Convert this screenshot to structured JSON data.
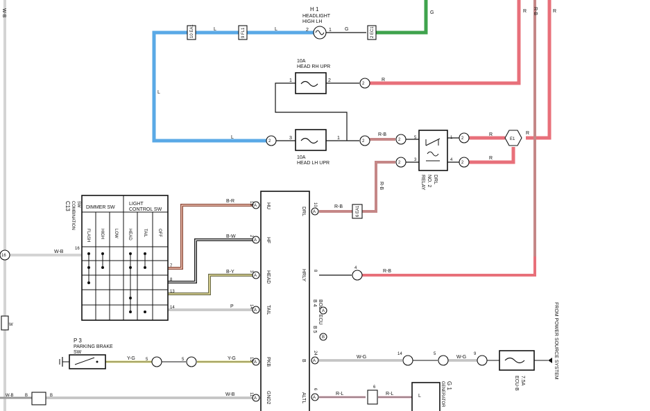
{
  "colors": {
    "L": "#5aa9e6",
    "G": "#3fa34d",
    "R": "#e8707a",
    "R-B": "#c58787",
    "B-W": "#222222",
    "B-R": "#8a4a3a",
    "Y-G": "#d8d470",
    "B-Y": "#d8cf8a",
    "W-B": "#bbbbbb",
    "W-G": "#c7c7c7",
    "R-L": "#d8a6b5",
    "P": "#c8c8c8"
  },
  "components": {
    "headlight": {
      "id": "H 1",
      "name1": "HEADLIGHT",
      "name2": "HIGH LH"
    },
    "fuse_rh": {
      "line1": "10A",
      "line2": "HEAD RH UPR",
      "pin_left": "1",
      "pin_right": "2"
    },
    "fuse_lh": {
      "line1": "10A",
      "line2": "HEAD LH UPR",
      "pin_left": "3",
      "pin_right": "1"
    },
    "drl_relay": {
      "line1": "DRL",
      "line2": "NO. 2",
      "line3": "RELAY"
    },
    "combination_sw": {
      "id": "C13",
      "name1": "COMBINATION",
      "name2": "SW",
      "dimmer_title": "DIMMER SW",
      "light_title1": "LIGHT",
      "light_title2": "CONTROL SW",
      "dimmer_cols": [
        "FLASH",
        "HIGH",
        "LOW"
      ],
      "light_cols": [
        "HEAD",
        "TAIL",
        "OFF"
      ]
    },
    "body_ecu": {
      "name1": "B 4",
      "name2": "BODY ECU",
      "name3": "B 5",
      "pins": [
        "HU",
        "HF",
        "HEAD",
        "TAIL",
        "PKB",
        "GND2"
      ],
      "right_pins": [
        "DRL",
        "HRLY",
        "B",
        "ALTL"
      ]
    },
    "parking_brake": {
      "id": "P 3",
      "name1": "PARKING BRAKE",
      "name2": "SW"
    },
    "ecu_b_fuse": {
      "line1": "7.5A",
      "line2": "ECU-B"
    },
    "generator": {
      "id": "G 1",
      "name": "GENERATOR",
      "pin": "L"
    },
    "power_source_note": "FROM POWER SOURCE SYSTEM"
  },
  "wire_labels": {
    "l_top_1": "L",
    "l_top_2": "L",
    "l_left": "L",
    "l_lower": "L",
    "g_head": "G",
    "g_vert": "G",
    "r_top": "R",
    "rb_top": "R-B",
    "r_far": "R",
    "r_fuse_rh": "R",
    "rb_fuse_lh": "R-B",
    "r_relay1": "R",
    "r_e1": "R",
    "r_relay2": "R",
    "rb_relay_drop": "R-B",
    "rb_drl": "R-B",
    "rb_hrly": "R-B",
    "br_hu": "B-R",
    "bw_hf": "B-W",
    "by_head": "B-Y",
    "p_tail": "P",
    "wb_left": "W-B",
    "wb_leftvert": "W-B",
    "wb_gnd2": "W-B",
    "wb_bottom_left": "W-B",
    "b_bottom_left": "B",
    "yg_1": "Y-G",
    "yg_2": "Y-G",
    "wg_1": "W-G",
    "wg_2": "W-G",
    "rl_1": "R-L",
    "rl_2": "R-L"
  },
  "connectors": {
    "ea1_top": "10 EA1",
    "fl_top": "9 FL1",
    "ec1_top": "2 EC1",
    "ec2_rh": "2",
    "ec2_lh": "2",
    "l_conn": "2",
    "relay_1": "2",
    "relay_2": "2",
    "relay_3": "2",
    "relay_4": "2",
    "e1": "E1",
    "ea1_drl": "6 EA1",
    "hrly": "4",
    "bg": "5",
    "bq": "5",
    "wg1": "14",
    "bc": "5",
    "ji": "9",
    "rl": "6",
    "w_left": "W",
    "j16": "16"
  },
  "ecu_pin_numbers": [
    "13",
    "2",
    "3",
    "14",
    "15",
    "11"
  ],
  "ecu_right_pin_numbers": [
    "10",
    "8",
    "24",
    "6"
  ],
  "sw_pin_numbers": [
    "16",
    "7",
    "8",
    "13",
    "14"
  ]
}
